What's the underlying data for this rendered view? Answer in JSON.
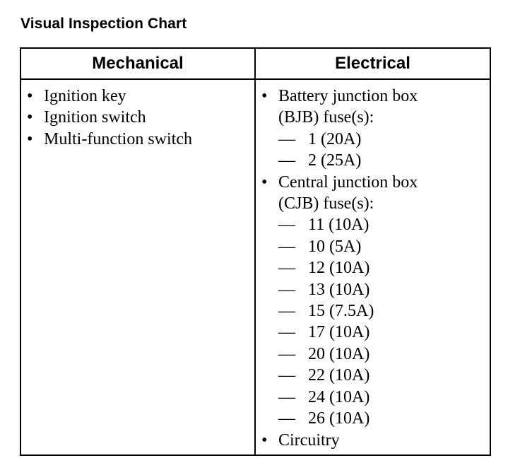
{
  "title": "Visual Inspection Chart",
  "columns": {
    "mechanical": "Mechanical",
    "electrical": "Electrical"
  },
  "mechanical_items": [
    "Ignition key",
    "Ignition switch",
    "Multi-function switch"
  ],
  "bullet": "•",
  "dash": "—",
  "electrical": {
    "bjb": {
      "line1": "Battery junction box",
      "line2": "(BJB) fuse(s):",
      "fuses": [
        "1 (20A)",
        "2 (25A)"
      ]
    },
    "cjb": {
      "line1": "Central junction box",
      "line2": "(CJB) fuse(s):",
      "fuses": [
        "11 (10A)",
        "10 (5A)",
        "12 (10A)",
        "13 (10A)",
        "15 (7.5A)",
        "17 (10A)",
        "20 (10A)",
        "22 (10A)",
        "24 (10A)",
        "26 (10A)"
      ]
    },
    "last": "Circuitry"
  }
}
